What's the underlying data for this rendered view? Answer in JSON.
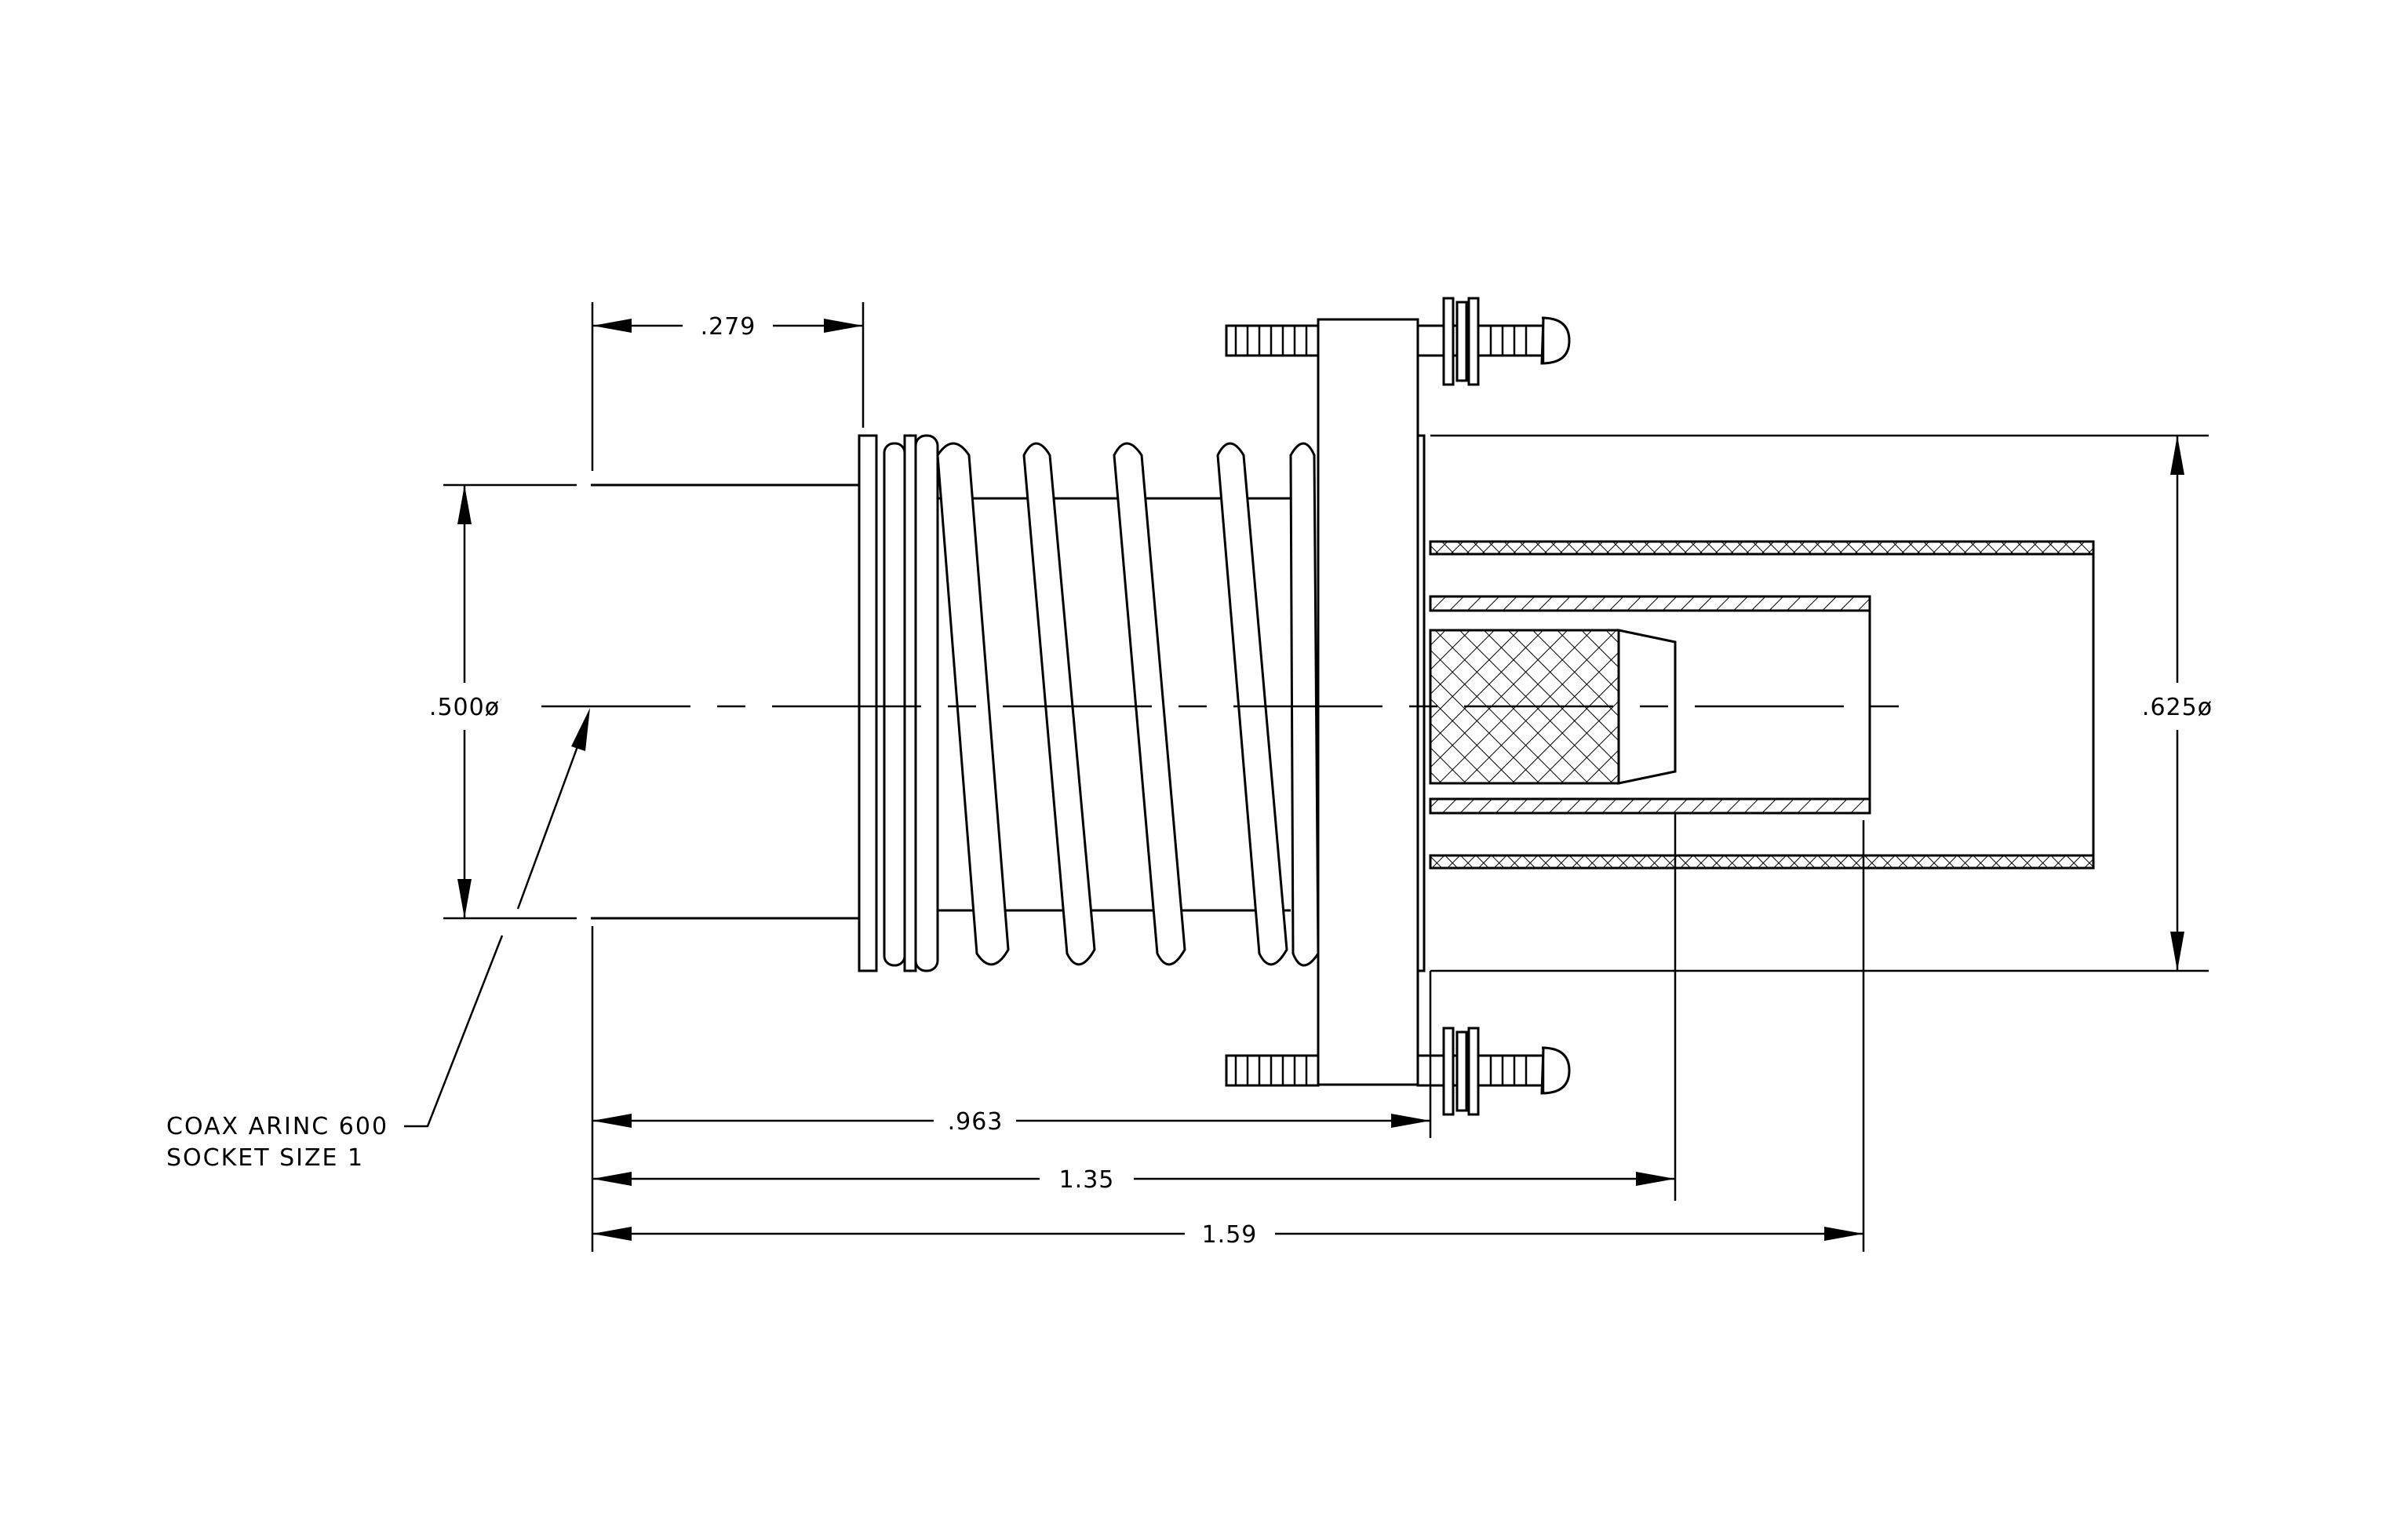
{
  "dimensions": {
    "top_width": ".279",
    "diameter_left": ".500ø",
    "diameter_right": ".625ø",
    "length_flange": ".963",
    "length_pin": "1.35",
    "length_overall": "1.59"
  },
  "note": {
    "line1": "COAX ARINC 600",
    "line2": "SOCKET SIZE 1"
  }
}
